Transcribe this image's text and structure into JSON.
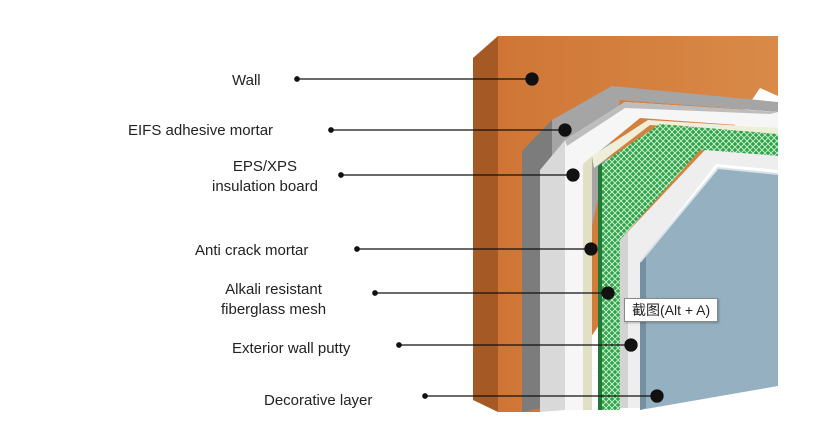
{
  "labels": {
    "wall": "Wall",
    "eifs_adhesive_mortar": "EIFS adhesive mortar",
    "eps_line1": "EPS/XPS",
    "eps_line2": "insulation board",
    "anti_crack_mortar": "Anti crack mortar",
    "alkali_line1": "Alkali resistant",
    "alkali_line2": "fiberglass mesh",
    "exterior_wall_putty": "Exterior wall putty",
    "decorative_layer": "Decorative layer"
  },
  "tooltip": {
    "text": "截图(Alt + A)"
  },
  "colors": {
    "wall": "#d27d3c",
    "adhesive_mortar": "#9a9a9a",
    "insulation_board": "#f4f4f4",
    "anti_crack_mortar": "#e6e6d2",
    "fiberglass_mesh": "#2ca24a",
    "putty": "#ececec",
    "decorative": "#92aebe",
    "leader_line": "#111111"
  }
}
